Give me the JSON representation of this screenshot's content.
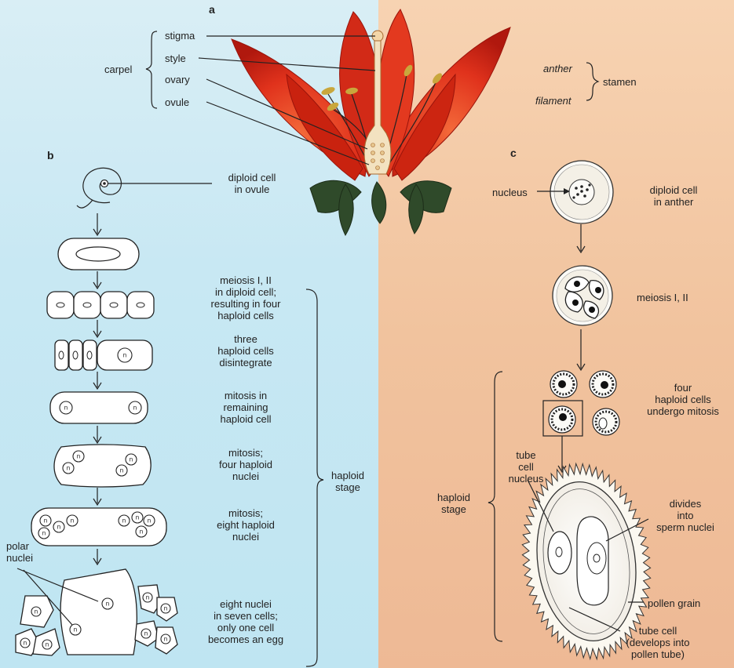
{
  "panels": {
    "a": {
      "letter": "a",
      "carpel_group": "carpel",
      "carpel_parts": [
        "stigma",
        "style",
        "ovary",
        "ovule"
      ],
      "stamen_group": "stamen",
      "stamen_parts": [
        "anther",
        "filament"
      ]
    },
    "b": {
      "letter": "b",
      "start_label": [
        "diploid cell",
        "in ovule"
      ],
      "steps": [
        [
          "meiosis I, II",
          "in diploid cell;",
          "resulting in four",
          "haploid cells"
        ],
        [
          "three",
          "haploid cells",
          "disintegrate"
        ],
        [
          "mitosis in",
          "remaining",
          "haploid cell"
        ],
        [
          "mitosis;",
          "four haploid",
          "nuclei"
        ],
        [
          "mitosis;",
          "eight haploid",
          "nuclei"
        ],
        [
          "eight nuclei",
          "in seven cells;",
          "only one cell",
          "becomes an egg"
        ]
      ],
      "polar_label": [
        "polar",
        "nuclei"
      ],
      "stage_label": [
        "haploid",
        "stage"
      ],
      "nucleus_letter": "n"
    },
    "c": {
      "letter": "c",
      "nucleus_label": "nucleus",
      "start_label": [
        "diploid cell",
        "in anther"
      ],
      "meiosis_label": "meiosis I, II",
      "four_label": [
        "four",
        "haploid cells",
        "undergo mitosis"
      ],
      "stage_label": [
        "haploid",
        "stage"
      ],
      "tube_nucleus_label": [
        "tube",
        "cell",
        "nucleus"
      ],
      "divides_label": [
        "divides",
        "into",
        "sperm nuclei"
      ],
      "pollen_label": "pollen grain",
      "tube_cell_label": [
        "tube cell",
        "(develops into",
        "pollen tube)"
      ]
    }
  },
  "colors": {
    "left_background": "#c8e8f3",
    "right_background": "#f1c39e",
    "petal": "#e0321c",
    "sepal": "#2f4a2a",
    "anther": "#c9a73c"
  }
}
